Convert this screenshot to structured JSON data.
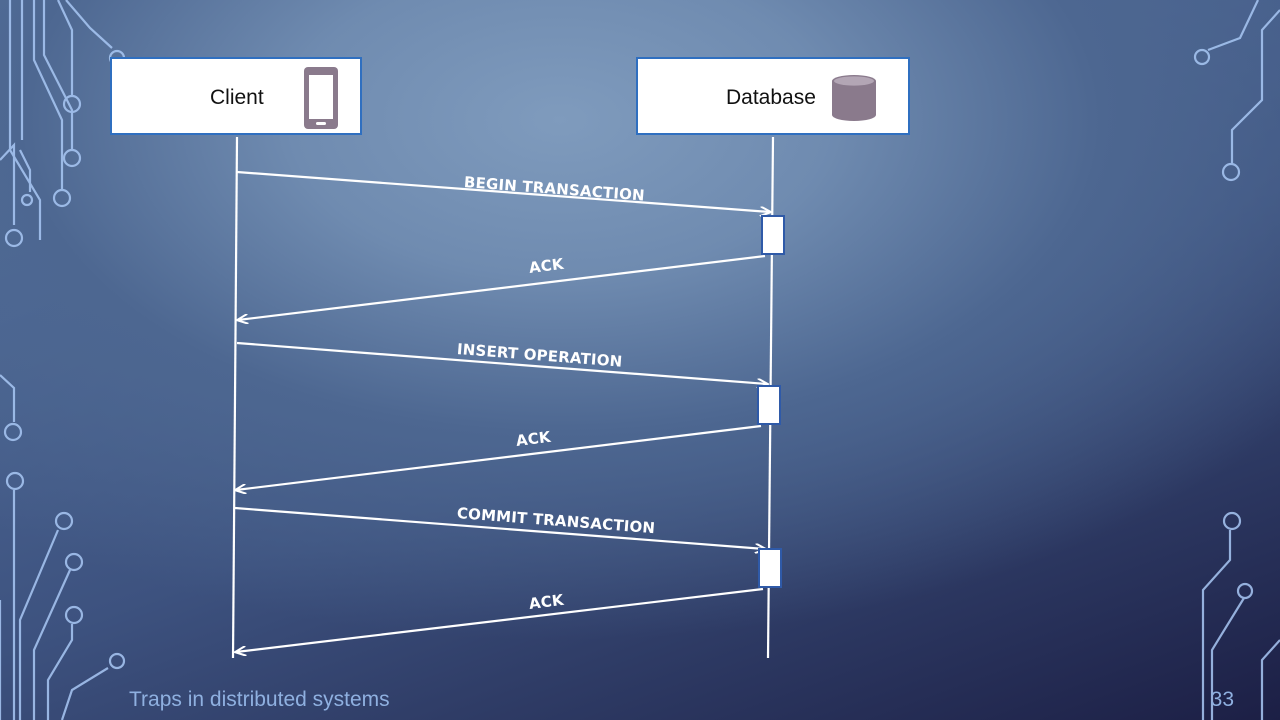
{
  "actors": {
    "client": {
      "label": "Client",
      "icon": "mobile-phone-icon"
    },
    "database": {
      "label": "Database",
      "icon": "database-cylinder-icon"
    }
  },
  "messages": [
    {
      "label": "BEGIN TRANSACTION",
      "from": "client",
      "to": "database"
    },
    {
      "label": "ACK",
      "from": "database",
      "to": "client"
    },
    {
      "label": "INSERT OPERATION",
      "from": "client",
      "to": "database"
    },
    {
      "label": "ACK",
      "from": "database",
      "to": "client"
    },
    {
      "label": "COMMIT TRANSACTION",
      "from": "client",
      "to": "database"
    },
    {
      "label": "ACK",
      "from": "database",
      "to": "client"
    }
  ],
  "footer": {
    "title": "Traps in distributed systems",
    "page": "33"
  },
  "colors": {
    "actor_border": "#2f6fc0",
    "icon_fill": "#8a7a8c",
    "line": "#ffffff",
    "circuit": "#9fc1f0",
    "footer_text": "#8fb0e0"
  }
}
